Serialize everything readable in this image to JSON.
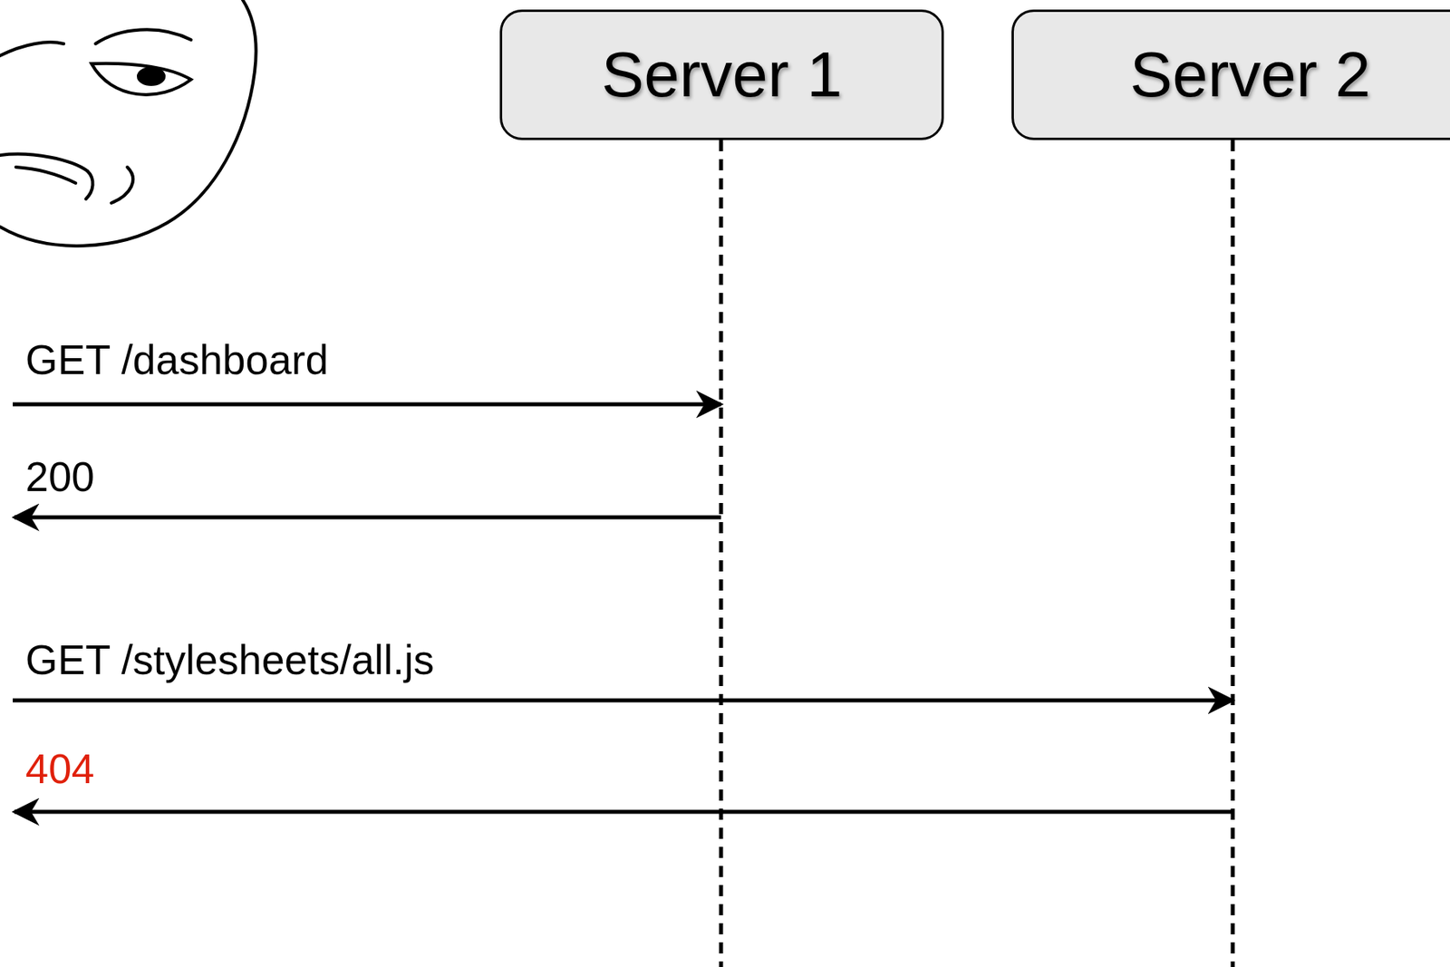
{
  "diagram": {
    "nodes": [
      {
        "text": [
          "Server 1"
        ]
      },
      {
        "text": [
          "Server 2"
        ]
      }
    ],
    "labels": [
      "GET /dashboard",
      "200",
      "GET /stylesheets/all.js",
      "404"
    ]
  }
}
